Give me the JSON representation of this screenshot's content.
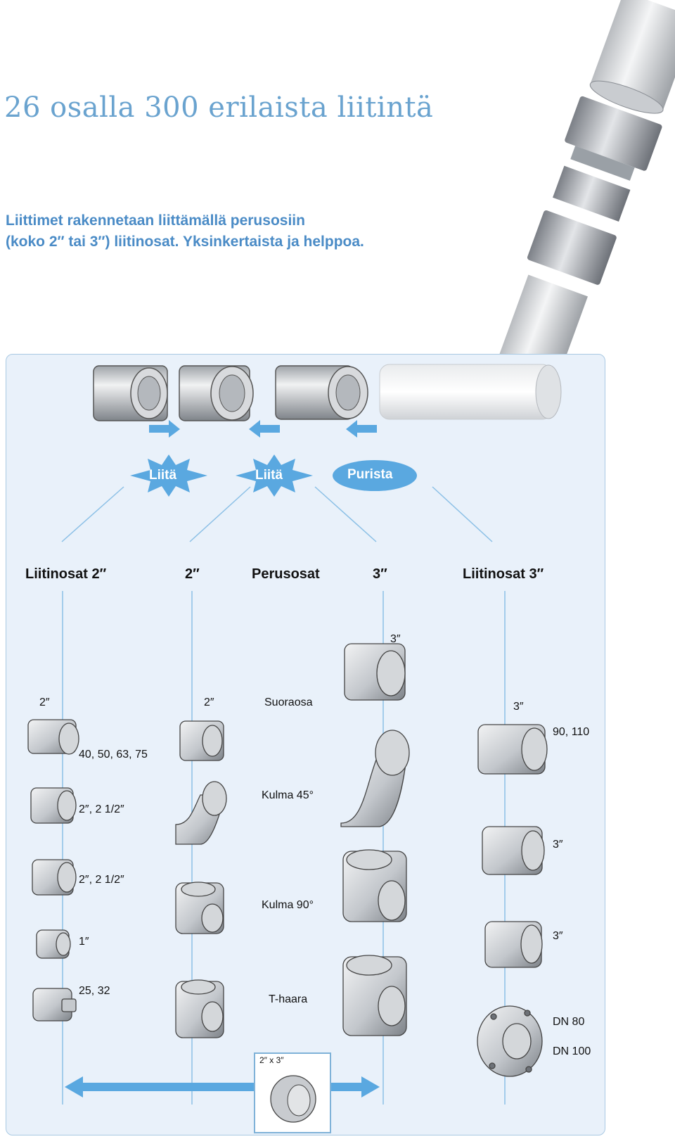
{
  "title": "26 osalla 300 erilaista liitintä",
  "subtitle": {
    "line1": "Liittimet rakennetaan liittämällä perusosiin",
    "line2": "(koko 2″ tai 3″) liitinosat. Yksinkertaista ja helppoa."
  },
  "steps": [
    {
      "label": "Liitä",
      "shape": "starburst"
    },
    {
      "label": "Liitä",
      "shape": "starburst"
    },
    {
      "label": "Purista",
      "shape": "oval"
    }
  ],
  "columns": {
    "fittings_2": "Liitinosat 2″",
    "base_2": "2″",
    "base_parts": "Perusosat",
    "base_3": "3″",
    "fittings_3": "Liitinosat 3″"
  },
  "fittings_2": [
    {
      "size": "2″",
      "label": "40, 50, 63, 75"
    },
    {
      "label": "2″, 2 1/2″"
    },
    {
      "label": "2″, 2 1/2″"
    },
    {
      "label": "1″"
    },
    {
      "label": "25, 32"
    }
  ],
  "base_2_size": "2″",
  "base_3_size": "3″",
  "base_parts": [
    "Suoraosa",
    "Kulma 45°",
    "Kulma 90°",
    "T-haara"
  ],
  "fittings_3": [
    {
      "size": "3″",
      "label": "90, 110"
    },
    {
      "label": "3″"
    },
    {
      "label": "3″"
    },
    {
      "label": "DN 80",
      "label2": "DN 100"
    }
  ],
  "adapter_label": "2″ x 3″",
  "colors": {
    "title": "#6aa3cf",
    "subtitle": "#4a8bc6",
    "panel_bg": "#e9f1fa",
    "accent": "#5aa8e0",
    "line": "#8cc0e6"
  }
}
